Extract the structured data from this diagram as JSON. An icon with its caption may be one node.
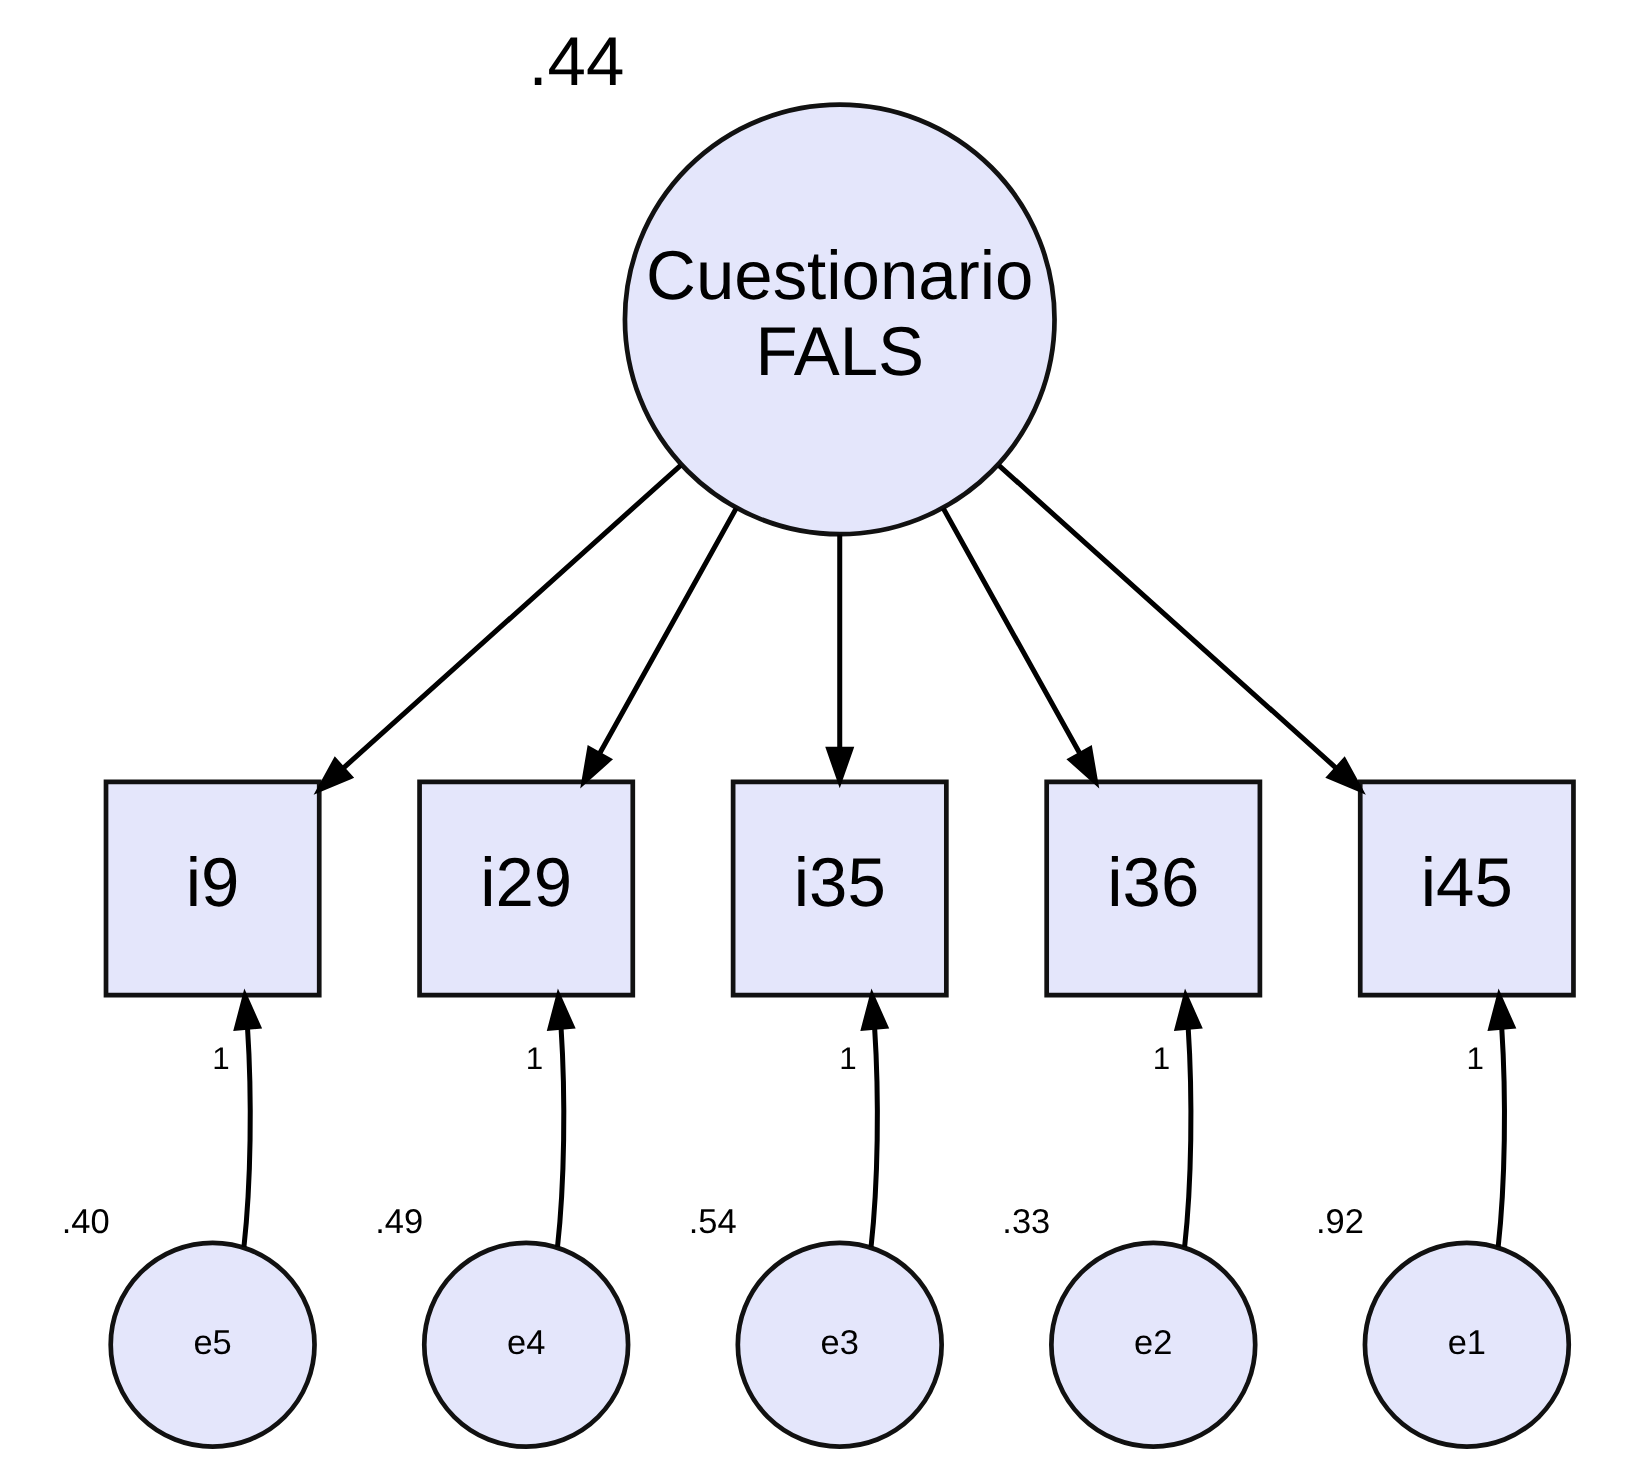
{
  "diagram": {
    "nodes": [
      {
        "text": [
          "Cuestionario FALS"
        ],
        "beside": [
          ".44"
        ]
      },
      {
        "text": [
          "i9"
        ]
      },
      {
        "text": [
          "i29"
        ]
      },
      {
        "text": [
          "i35"
        ]
      },
      {
        "text": [
          "i36"
        ]
      },
      {
        "text": [
          "i45"
        ]
      },
      {
        "text": [
          "e5"
        ],
        "beside": [
          ".40"
        ]
      },
      {
        "text": [
          "e4"
        ],
        "beside": [
          ".49"
        ]
      },
      {
        "text": [
          "e3"
        ],
        "beside": [
          ".54"
        ]
      },
      {
        "text": [
          "e2"
        ],
        "beside": [
          ".33"
        ]
      },
      {
        "text": [
          "e1"
        ],
        "beside": [
          ".92"
        ]
      }
    ],
    "edges": [
      {
        "from": 0,
        "to": 1,
        "arrow": "to"
      },
      {
        "from": 0,
        "to": 2,
        "arrow": "to"
      },
      {
        "from": 0,
        "to": 3,
        "arrow": "to"
      },
      {
        "from": 0,
        "to": 4,
        "arrow": "to"
      },
      {
        "from": 0,
        "to": 5,
        "arrow": "to"
      },
      {
        "from": 6,
        "to": 1,
        "arrow": "to",
        "label": "1"
      },
      {
        "from": 7,
        "to": 2,
        "arrow": "to",
        "label": "1"
      },
      {
        "from": 8,
        "to": 3,
        "arrow": "to",
        "label": "1"
      },
      {
        "from": 9,
        "to": 4,
        "arrow": "to",
        "label": "1"
      },
      {
        "from": 10,
        "to": 5,
        "arrow": "to",
        "label": "1"
      }
    ]
  }
}
